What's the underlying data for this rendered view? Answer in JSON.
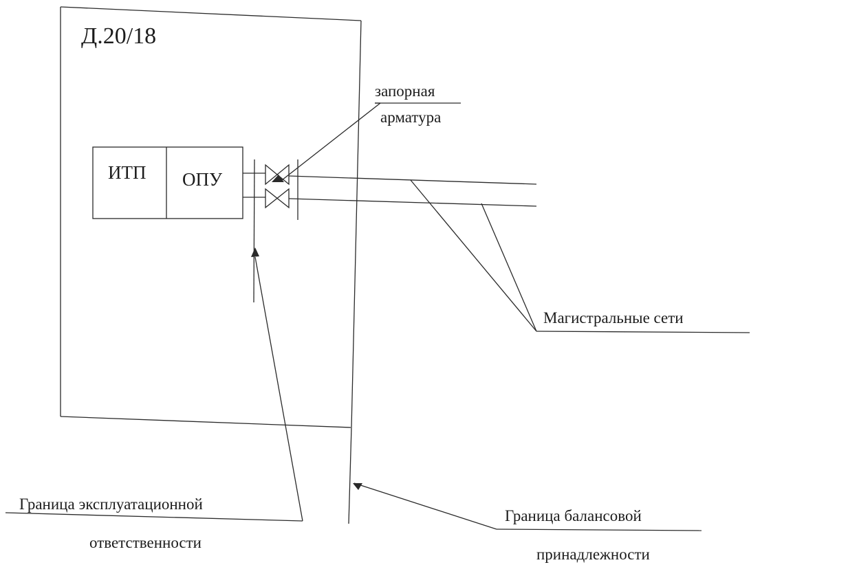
{
  "diagram": {
    "building_label": "Д.20/18",
    "boxes": {
      "itp": "ИТП",
      "opu": "ОПУ"
    },
    "labels": {
      "valve_line1": "запорная",
      "valve_line2": "арматура",
      "mains": "Магистральные сети",
      "operational_line1": "Граница эксплуатационной",
      "operational_line2": "ответственности",
      "balance_line1": "Граница балансовой",
      "balance_line2": "принадлежности"
    }
  }
}
